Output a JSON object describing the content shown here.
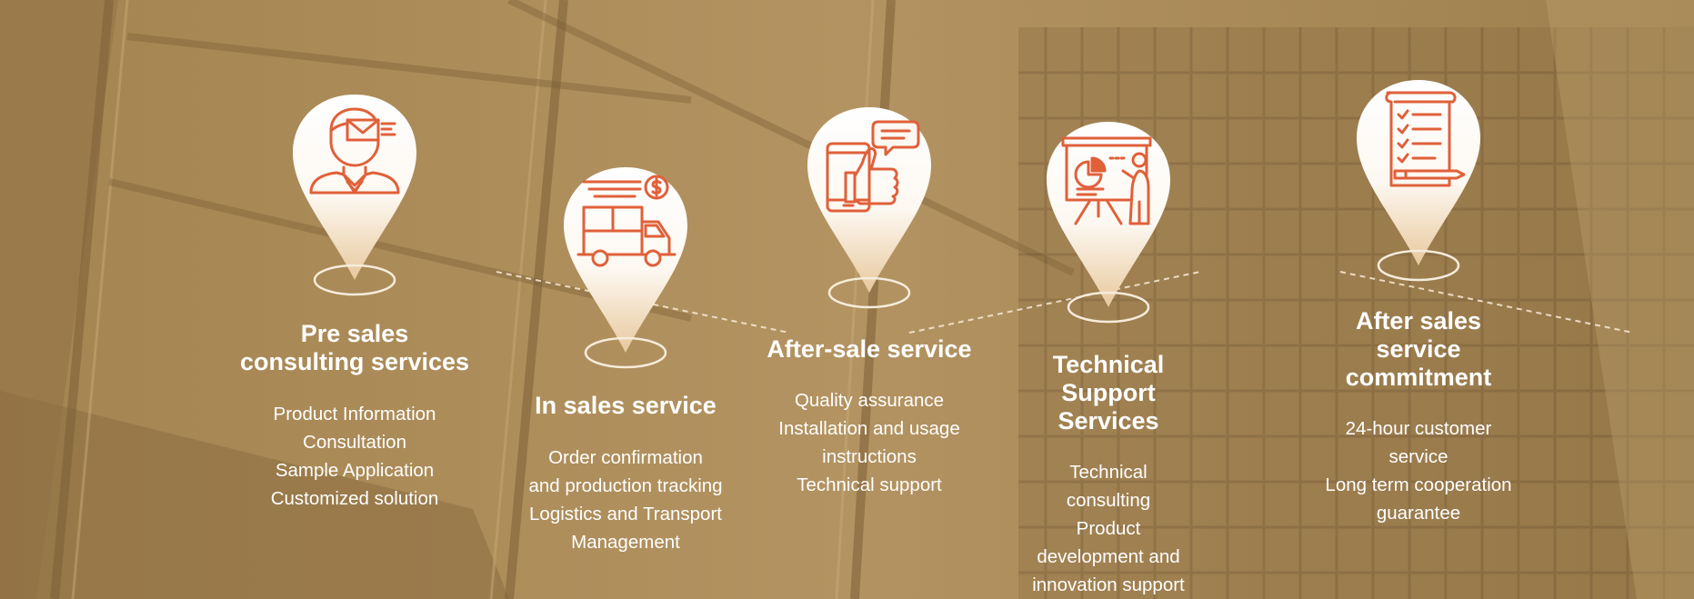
{
  "services": [
    {
      "title_lines": [
        "Pre sales",
        "consulting services"
      ],
      "items": [
        "Product Information",
        "Consultation",
        "Sample Application",
        "Customized solution"
      ],
      "icon": "consultant-icon"
    },
    {
      "title_lines": [
        "In sales service"
      ],
      "items": [
        "Order confirmation",
        "and production tracking",
        "Logistics and Transport",
        "Management"
      ],
      "icon": "delivery-truck-icon"
    },
    {
      "title_lines": [
        "After-sale service"
      ],
      "items": [
        "Quality assurance",
        "Installation and usage",
        "instructions",
        "Technical support"
      ],
      "icon": "thumbs-up-phone-icon"
    },
    {
      "title_lines": [
        "Technical",
        "Support",
        "Services"
      ],
      "items": [
        "Technical",
        "consulting",
        "Product",
        "development and",
        "innovation support"
      ],
      "icon": "presentation-icon"
    },
    {
      "title_lines": [
        "After sales",
        "service",
        "commitment"
      ],
      "items": [
        "24-hour customer",
        "service",
        "Long term cooperation",
        "guarantee"
      ],
      "icon": "checklist-scroll-icon"
    }
  ],
  "colors": {
    "background": "#a98a55",
    "icon_orange": "#e0603a",
    "text": "#ffffff"
  }
}
